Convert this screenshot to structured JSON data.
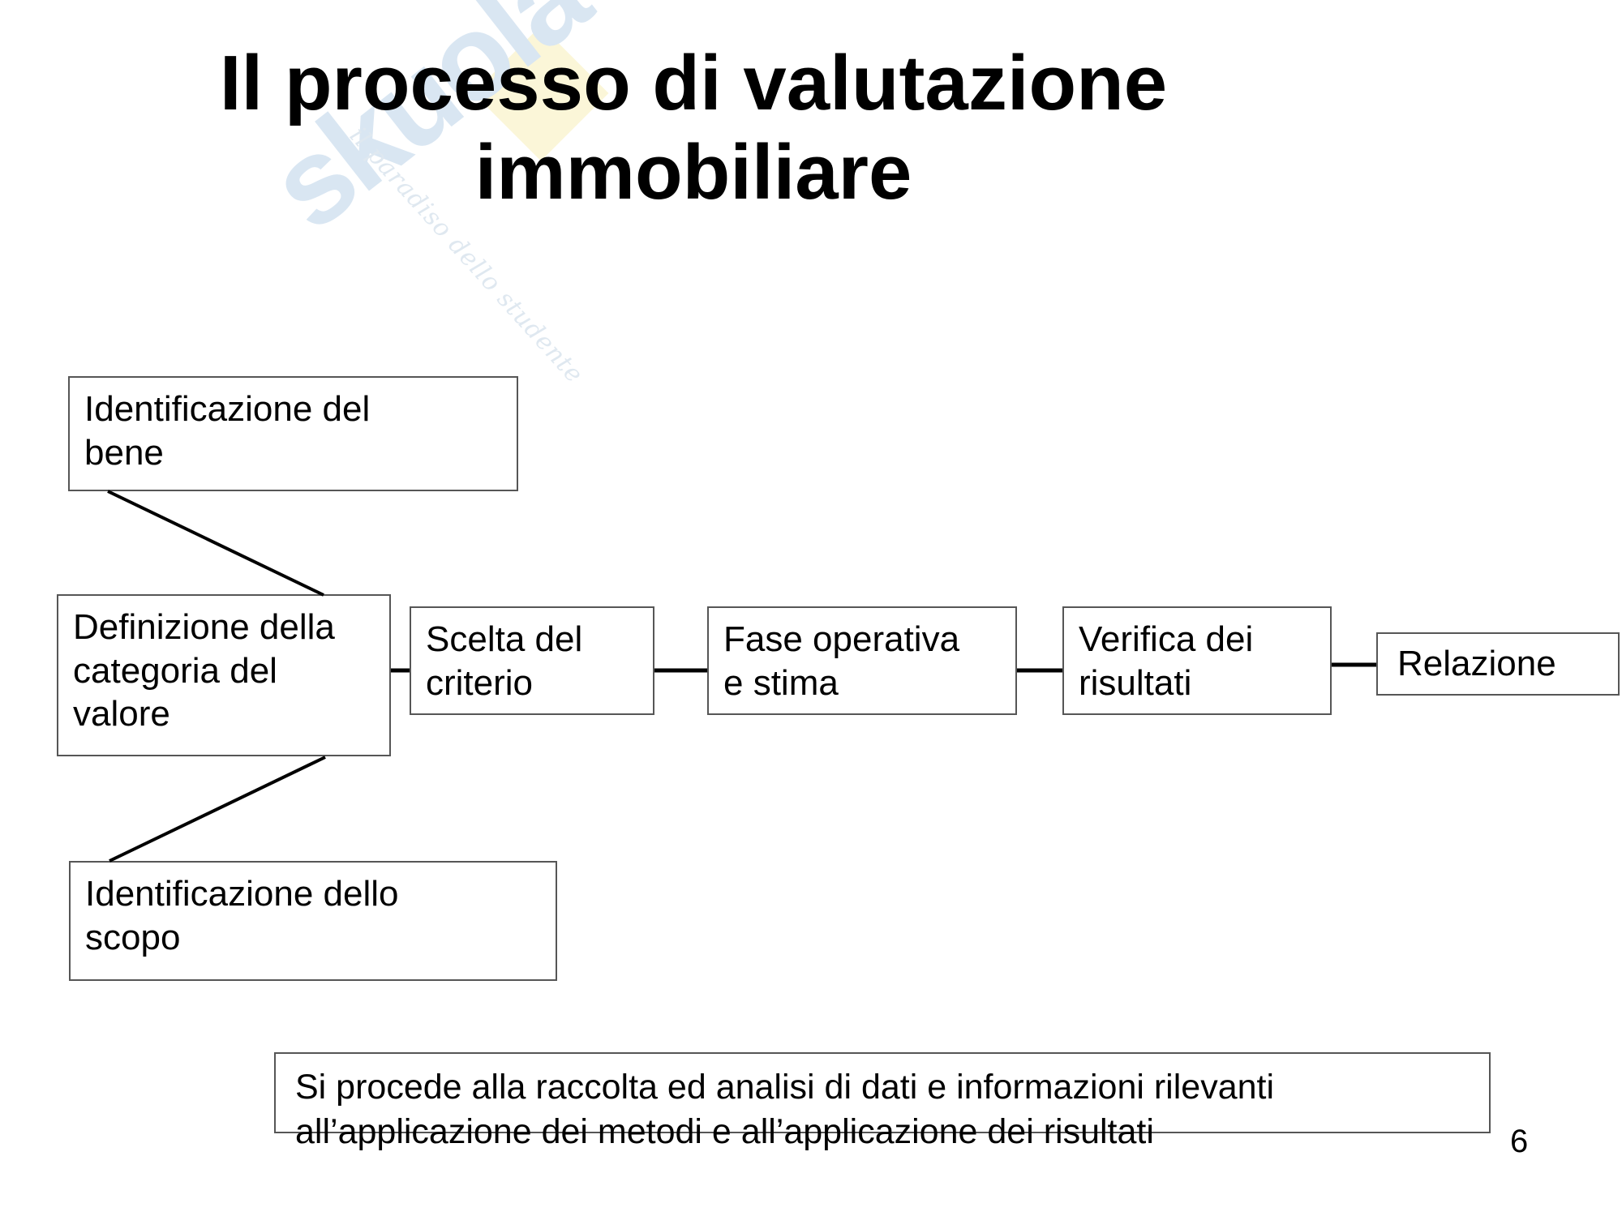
{
  "slide": {
    "title": "Il processo di valutazione immobiliare",
    "page_number": "6"
  },
  "watermark": {
    "logo_text": "skuola",
    "tagline": "il paradiso dello studente",
    "logo_color": "#d9e6f2",
    "diamond_color": "#fbf6d8"
  },
  "chart_data": {
    "type": "diagram",
    "title": "Il processo di valutazione immobiliare",
    "nodes": [
      {
        "id": "identificazione-bene",
        "label": "Identificazione del\nbene"
      },
      {
        "id": "definizione-categoria",
        "label": "Definizione della\ncategoria del\nvalore"
      },
      {
        "id": "identificazione-scopo",
        "label": "Identificazione dello\nscopo"
      },
      {
        "id": "scelta-criterio",
        "label": "Scelta del\ncriterio"
      },
      {
        "id": "fase-operativa",
        "label": "Fase operativa\ne stima"
      },
      {
        "id": "verifica-risultati",
        "label": "Verifica dei\nrisultati"
      },
      {
        "id": "relazione",
        "label": "Relazione"
      }
    ],
    "edges": [
      {
        "from": "identificazione-bene",
        "to": "definizione-categoria",
        "style": "diagonal"
      },
      {
        "from": "identificazione-scopo",
        "to": "definizione-categoria",
        "style": "diagonal"
      },
      {
        "from": "definizione-categoria",
        "to": "scelta-criterio",
        "style": "horizontal"
      },
      {
        "from": "scelta-criterio",
        "to": "fase-operativa",
        "style": "horizontal"
      },
      {
        "from": "fase-operativa",
        "to": "verifica-risultati",
        "style": "horizontal"
      },
      {
        "from": "verifica-risultati",
        "to": "relazione",
        "style": "horizontal"
      }
    ],
    "caption": "Si procede alla raccolta ed analisi di dati e informazioni rilevanti all’applicazione dei metodi e all’applicazione dei risultati",
    "box_border_color": "#565656",
    "text_color": "#000000"
  }
}
